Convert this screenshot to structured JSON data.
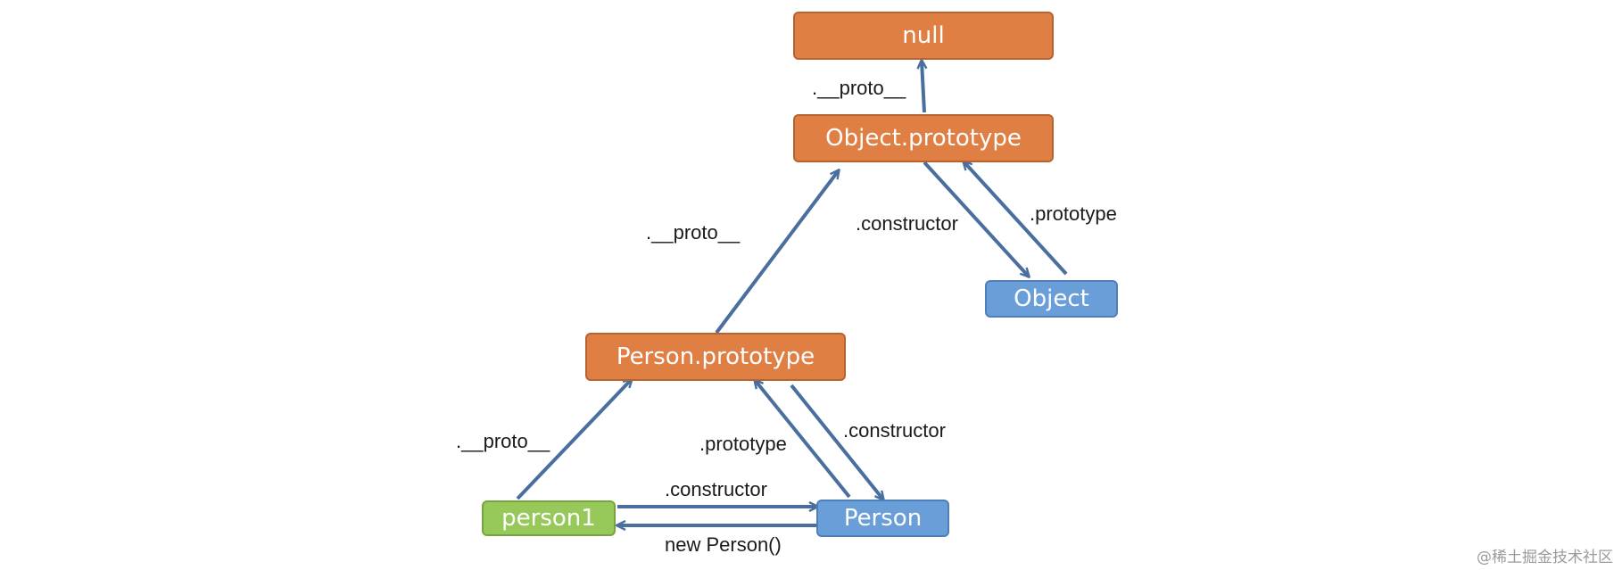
{
  "colors": {
    "prototype_object": "#e07f43",
    "constructor_function": "#6a9ed8",
    "instance": "#97c85a",
    "arrow": "#4a6f9f"
  },
  "nodes": {
    "null": "null",
    "object_prototype": "Object.prototype",
    "object": "Object",
    "person_prototype": "Person.prototype",
    "person1": "person1",
    "person": "Person"
  },
  "edge_labels": {
    "object_prototype_proto": ".__proto__",
    "object_prototype_constructor": ".constructor",
    "object_prototype": ".prototype",
    "person_prototype_proto": ".__proto__",
    "person1_proto": ".__proto__",
    "person_prototype": ".prototype",
    "person_prototype_constructor": ".constructor",
    "person1_constructor": ".constructor",
    "new_person": "new Person()"
  },
  "watermark": "@稀土掘金技术社区"
}
